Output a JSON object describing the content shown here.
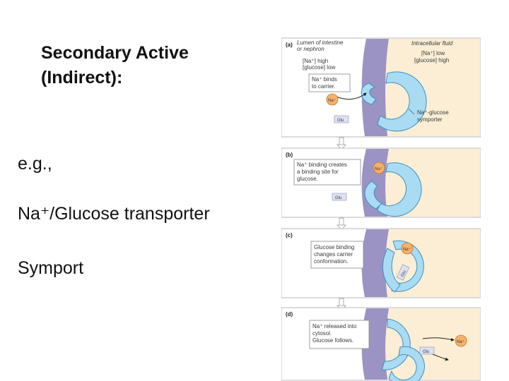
{
  "slide": {
    "title_line1": "Secondary Active",
    "title_line2": "(Indirect):",
    "bullets": [
      "e.g.,",
      "Na⁺/Glucose transporter",
      "Symport"
    ]
  },
  "figure": {
    "panels": [
      {
        "letter": "(a)",
        "lumen_label": [
          "Lumen of intestine",
          "or nephron"
        ],
        "lumen_conc": [
          "[Na⁺] high",
          "[glucose] low"
        ],
        "icf_label": "Intracellular fluid",
        "icf_conc": [
          "[Na⁺] low",
          "[glucose] high"
        ],
        "callout": [
          "Na⁺ binds",
          "to carrier."
        ],
        "na_tag": "Na⁺",
        "glu_tag": "Glu",
        "symporter_label": [
          "Na⁺-glucose",
          "symporter"
        ]
      },
      {
        "letter": "(b)",
        "callout": [
          "Na⁺ binding creates",
          "a binding site for",
          "glucose."
        ],
        "na_tag": "Na⁺",
        "glu_tag": "Glu"
      },
      {
        "letter": "(c)",
        "callout": [
          "Glucose binding",
          "changes carrier",
          "conformation."
        ],
        "na_tag": "Na⁺",
        "glu_tag": "Glu"
      },
      {
        "letter": "(d)",
        "callout": [
          "Na⁺ released into",
          "cytosol.",
          "Glucose follows."
        ],
        "na_tag": "Na⁺",
        "glu_tag": "Glu"
      }
    ],
    "colors": {
      "lumen": "#ffffff",
      "cytosol": "#fbeed5",
      "membrane": "#9b93c3",
      "carrier": "#a9dcf3",
      "carrier_stroke": "#3b8fc3",
      "sodium": "#f6b169",
      "glucose": "#dde1f2"
    }
  }
}
